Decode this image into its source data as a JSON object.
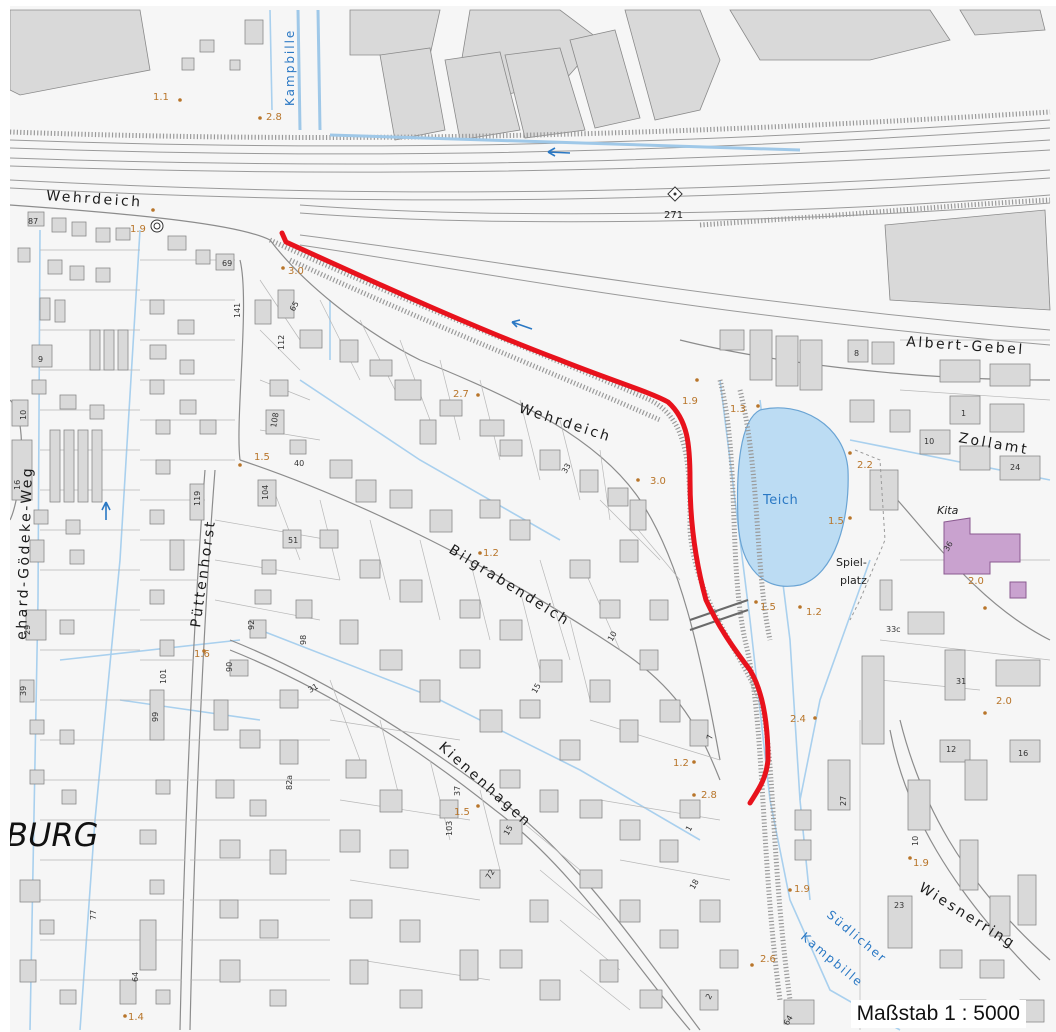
{
  "map": {
    "scale_label": "Maßstab 1 : 5000",
    "district_label": "BURG",
    "streets": {
      "wehrdeich_top": "Wehrdeich",
      "wehrdeich_mid": "Wehrdeich",
      "albert_gebel": "Albert-Gebel",
      "zollamt": "Zollamt",
      "bilgrabendeich": "Bilgrabendeich",
      "kienenhagen": "Kienenhagen",
      "puettenhorst": "Püttenhorst",
      "goedeke_weg": "ehard-Gödeke-Weg",
      "wiesnerring": "Wiesnerring"
    },
    "water": {
      "kampbille_top": "Kampbille",
      "teich": "Teich",
      "suedlicher": "Südlicher",
      "kampbille_bottom": "Kampbille"
    },
    "places": {
      "kita": "Kita",
      "spielplatz_1": "Spiel-",
      "spielplatz_2": "platz",
      "station_271": "271"
    },
    "elevations": [
      "1.1",
      "2.8",
      "1.9",
      "3.0",
      "2.7",
      "1.9",
      "1.3",
      "2.2",
      "3.0",
      "1.5",
      "1.5",
      "1.2",
      "1.2",
      "1.5",
      "1.2",
      "2.8",
      "2.4",
      "1.6",
      "1.5",
      "2.0",
      "2.0",
      "1.9",
      "1.9",
      "2.6",
      "1.4"
    ],
    "house_numbers": [
      "87",
      "69",
      "141",
      "65",
      "112",
      "108",
      "40",
      "104",
      "51",
      "119",
      "92",
      "98",
      "90",
      "31",
      "101",
      "99",
      "82a",
      "37",
      "103",
      "15",
      "72",
      "77",
      "64",
      "33",
      "10",
      "15",
      "7",
      "1",
      "18",
      "2",
      "64",
      "36",
      "33c",
      "31",
      "12",
      "16",
      "27",
      "10",
      "23",
      "8",
      "1",
      "10",
      "24",
      "9",
      "10",
      "16",
      "29",
      "39"
    ],
    "colors": {
      "route": "#e8121c",
      "water_blue": "#a9d0ee",
      "pond_fill": "#bcdcf3",
      "kita_fill": "#c9a2cf"
    }
  }
}
